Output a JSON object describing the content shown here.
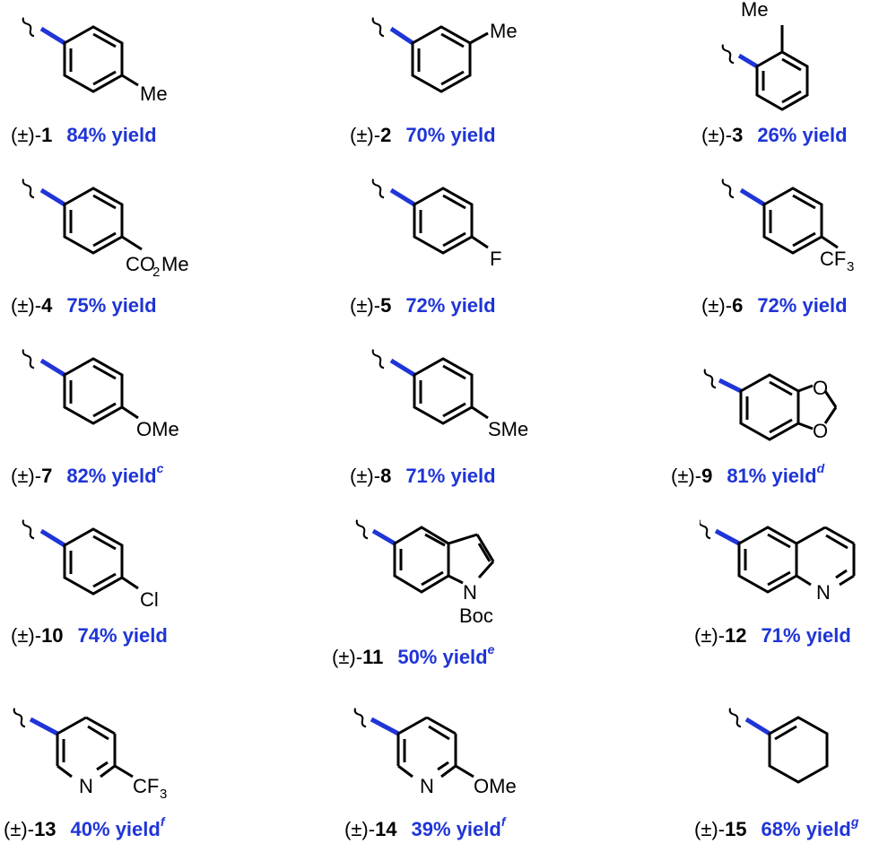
{
  "figure": {
    "accent_color": "#1f35d6",
    "bond_color": "#000000",
    "compounds": [
      {
        "id": "1",
        "prefix": "(±)-",
        "number": "1",
        "yield": "84% yield",
        "footnote": "",
        "substituent": "Me",
        "scaffold": "4-methylphenyl"
      },
      {
        "id": "2",
        "prefix": "(±)-",
        "number": "2",
        "yield": "70% yield",
        "footnote": "",
        "substituent": "Me",
        "scaffold": "3-methylphenyl"
      },
      {
        "id": "3",
        "prefix": "(±)-",
        "number": "3",
        "yield": "26% yield",
        "footnote": "",
        "substituent": "Me",
        "scaffold": "2-methylphenyl"
      },
      {
        "id": "4",
        "prefix": "(±)-",
        "number": "4",
        "yield": "75% yield",
        "footnote": "",
        "substituent": "CO2Me",
        "scaffold": "4-(methoxycarbonyl)phenyl"
      },
      {
        "id": "5",
        "prefix": "(±)-",
        "number": "5",
        "yield": "72% yield",
        "footnote": "",
        "substituent": "F",
        "scaffold": "4-fluorophenyl"
      },
      {
        "id": "6",
        "prefix": "(±)-",
        "number": "6",
        "yield": "72% yield",
        "footnote": "",
        "substituent": "CF3",
        "scaffold": "4-(trifluoromethyl)phenyl"
      },
      {
        "id": "7",
        "prefix": "(±)-",
        "number": "7",
        "yield": "82% yield",
        "footnote": "c",
        "substituent": "OMe",
        "scaffold": "4-methoxyphenyl"
      },
      {
        "id": "8",
        "prefix": "(±)-",
        "number": "8",
        "yield": "71% yield",
        "footnote": "",
        "substituent": "SMe",
        "scaffold": "4-(methylthio)phenyl"
      },
      {
        "id": "9",
        "prefix": "(±)-",
        "number": "9",
        "yield": "81% yield",
        "footnote": "d",
        "substituent": "O O",
        "scaffold": "benzo[d][1,3]dioxol-5-yl"
      },
      {
        "id": "10",
        "prefix": "(±)-",
        "number": "10",
        "yield": "74% yield",
        "footnote": "",
        "substituent": "Cl",
        "scaffold": "4-chlorophenyl"
      },
      {
        "id": "11",
        "prefix": "(±)-",
        "number": "11",
        "yield": "50% yield",
        "footnote": "e",
        "substituent": "N Boc",
        "scaffold": "1-Boc-indol-5-yl"
      },
      {
        "id": "12",
        "prefix": "(±)-",
        "number": "12",
        "yield": "71% yield",
        "footnote": "",
        "substituent": "N",
        "scaffold": "quinolin-6-yl"
      },
      {
        "id": "13",
        "prefix": "(±)-",
        "number": "13",
        "yield": "40% yield",
        "footnote": "f",
        "substituent": "N CF3",
        "scaffold": "6-(trifluoromethyl)pyridin-3-yl"
      },
      {
        "id": "14",
        "prefix": "(±)-",
        "number": "14",
        "yield": "39% yield",
        "footnote": "f",
        "substituent": "N OMe",
        "scaffold": "6-methoxypyridin-3-yl"
      },
      {
        "id": "15",
        "prefix": "(±)-",
        "number": "15",
        "yield": "68% yield",
        "footnote": "g",
        "substituent": "",
        "scaffold": "cyclohex-1-en-1-yl"
      }
    ],
    "labels": {
      "me": "Me",
      "co2": "CO",
      "co2_sub": "2",
      "co2_me": "Me",
      "f": "F",
      "cf": "CF",
      "three": "3",
      "ome": "OMe",
      "sme": "SMe",
      "o": "O",
      "cl": "Cl",
      "n": "N",
      "boc": "Boc"
    }
  }
}
